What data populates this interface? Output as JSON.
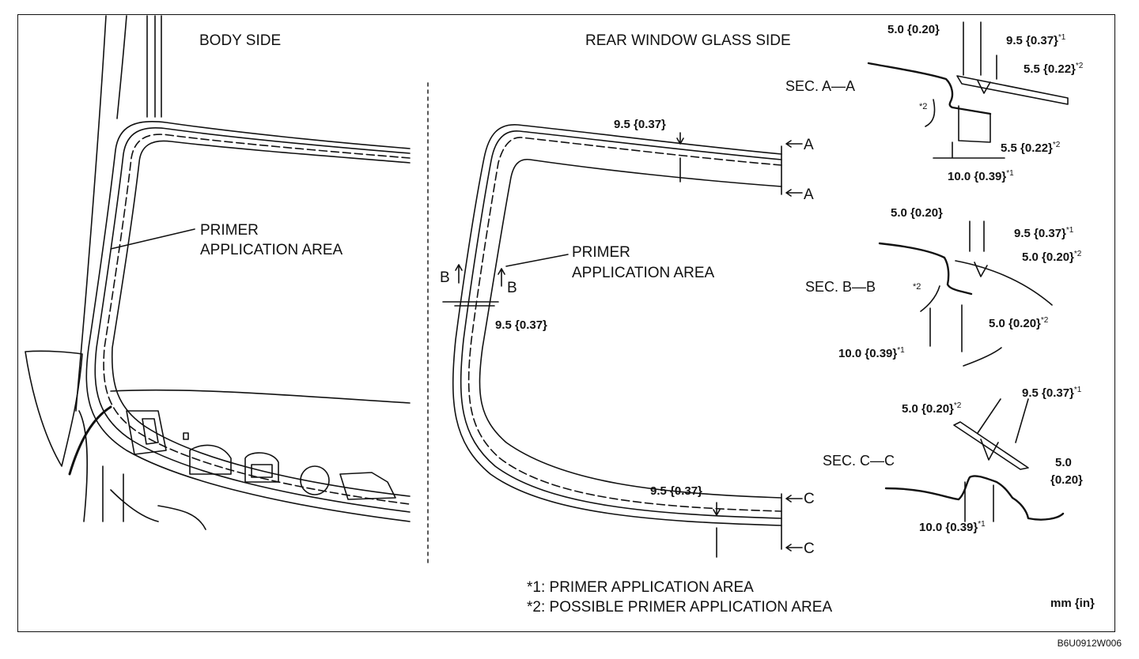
{
  "labels": {
    "body_side": "BODY SIDE",
    "glass_side": "REAR WINDOW GLASS SIDE",
    "primer_line1": "PRIMER",
    "primer_line2": "APPLICATION AREA",
    "sec_a": "SEC. A—A",
    "sec_b": "SEC. B—B",
    "sec_c": "SEC. C—C",
    "cut_a": "A",
    "cut_b": "B",
    "cut_c": "C"
  },
  "dimensions": {
    "top_width": "9.5 {0.37}",
    "side_width": "9.5 {0.37}",
    "bottom_width": "9.5 {0.37}",
    "a_5_0": "5.0 {0.20}",
    "a_9_5": "9.5 {0.37}",
    "a_5_5_top": "5.5 {0.22}",
    "a_5_5_bot": "5.5 {0.22}",
    "a_10_0": "10.0 {0.39}",
    "b_5_0_top": "5.0 {0.20}",
    "b_9_5": "9.5 {0.37}",
    "b_5_0_mid": "5.0 {0.20}",
    "b_5_0_low": "5.0 {0.20}",
    "b_10_0": "10.0 {0.39}",
    "c_5_0_left": "5.0 {0.20}",
    "c_9_5": "9.5 {0.37}",
    "c_5_0_right_1": "5.0",
    "c_5_0_right_2": "{0.20}",
    "c_10_0": "10.0 {0.39}"
  },
  "footnote_marks": {
    "star1": "*1",
    "star2": "*2"
  },
  "notes": {
    "note1": "*1: PRIMER APPLICATION AREA",
    "note2": "*2: POSSIBLE PRIMER APPLICATION AREA",
    "units": "mm {in}",
    "figure_code": "B6U0912W006"
  }
}
